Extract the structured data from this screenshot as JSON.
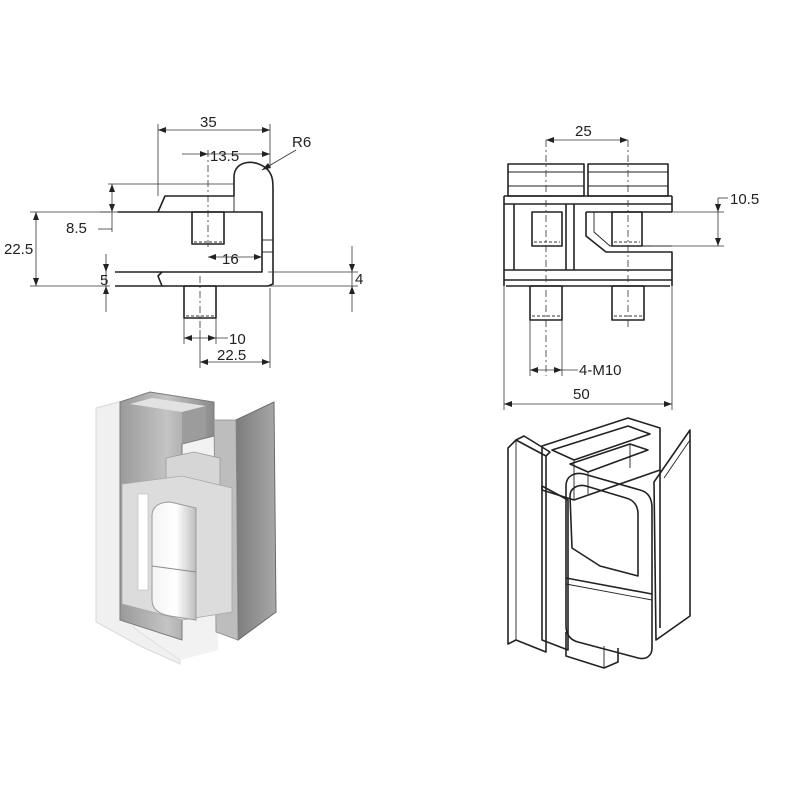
{
  "side_view": {
    "dim_width_total": "35",
    "dim_pin_offset": "13.5",
    "dim_radius": "R6",
    "dim_top_height": "8.5",
    "dim_overall_height": "22.5",
    "dim_inner_width": "16",
    "dim_plate_thickness": "5",
    "dim_gap": "4",
    "dim_pin_diameter": "10",
    "dim_bottom_offset": "22.5"
  },
  "top_view": {
    "dim_pin_spacing": "25",
    "dim_offset": "10.5",
    "dim_thread": "4-M10",
    "dim_overall_width": "50"
  }
}
